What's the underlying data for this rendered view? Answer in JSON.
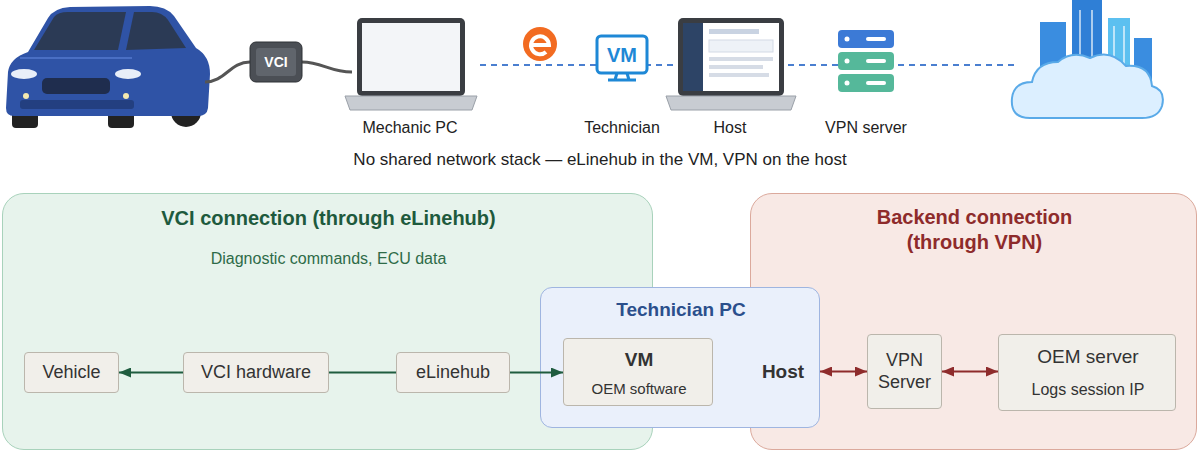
{
  "diagram": {
    "caption": "No shared network stack — eLinehub in the VM, VPN on the host",
    "nodes": [
      {
        "text": [
          "VCI connection (through eLinehub)",
          "Diagnostic commands, ECU data"
        ]
      },
      {
        "text": [
          "Vehicle"
        ],
        "in": 0
      },
      {
        "text": [
          "VCI hardware"
        ],
        "in": 0
      },
      {
        "text": [
          "eLinehub"
        ],
        "in": 0
      },
      {
        "text": [
          "Technician PC",
          "Host"
        ]
      },
      {
        "text": [
          "VM",
          "OEM software"
        ],
        "in": 4
      },
      {
        "text": [
          "Backend connection (through VPN)"
        ]
      },
      {
        "text": [
          "VPN Server"
        ],
        "in": 6
      },
      {
        "text": [
          "OEM server",
          "Logs session IP"
        ],
        "in": 6
      }
    ],
    "edges": [
      {
        "from": 2,
        "to": 1,
        "arrow": "to"
      },
      {
        "from": 2,
        "to": 3,
        "arrow": "none"
      },
      {
        "from": 3,
        "to": 5,
        "arrow": "to"
      },
      {
        "from": 4,
        "to": 7,
        "arrow": "both"
      },
      {
        "from": 7,
        "to": 8,
        "arrow": "both"
      }
    ],
    "labels": [
      "VCI",
      "Mechanic PC",
      "VM",
      "Technician",
      "Host",
      "VPN server"
    ]
  }
}
